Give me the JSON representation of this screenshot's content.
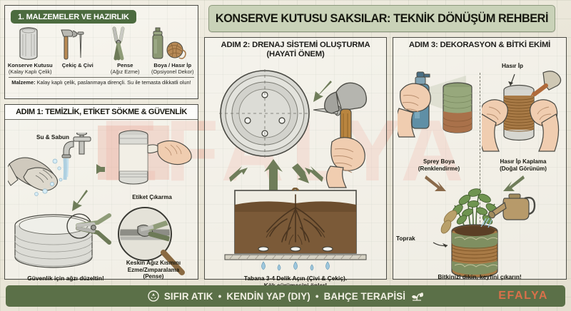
{
  "poster": {
    "title": "KONSERVE KUTUSU SAKSILAR: TEKNİK DÖNÜŞÜM REHBERİ",
    "watermark": "EFALYA"
  },
  "materials": {
    "badge": "1. MALZEMELER VE HAZIRLIK",
    "items": [
      {
        "icon": "tin-can-icon",
        "name": "Konserve Kutusu",
        "detail": "(Kalay Kaplı Çelik)"
      },
      {
        "icon": "hammer-nail-icon",
        "name": "Çekiç & Çivi",
        "detail": ""
      },
      {
        "icon": "pliers-icon",
        "name": "Pense",
        "detail": "(Ağız Ezme)"
      },
      {
        "icon": "spray-twine-icon",
        "name": "Boya / Hasır İp",
        "detail": "(Opsiyonel Dekor)"
      }
    ],
    "note_label": "Malzeme:",
    "note_text": " Kalay kaplı çelik, paslanmaya dirençli. Su ile temasta dikkatli olun!"
  },
  "step1": {
    "title": "ADIM 1: TEMİZLİK, ETİKET SÖKME & GÜVENLİK",
    "label_wash": "Su & Sabun",
    "label_peel": "Etiket Çıkarma",
    "caption_pliers_l1": "Keskin Ağız Kısmını",
    "caption_pliers_l2": "Ezme/Zımparalama",
    "caption_pliers_l3": "(Pense)",
    "caption_bottom": "Güvenlik için ağzı düzeltin!"
  },
  "step2": {
    "title_l1": "ADIM 2: DRENAJ SİSTEMİ OLUŞTURMA",
    "title_l2": "(HAYATİ ÖNEM)",
    "caption_l1": "Tabana 3-4 Delik Açın (Çivi & Çekiç).",
    "caption_l2": "Kök çürümesini önler!"
  },
  "step3": {
    "title": "ADIM 3: DEKORASYON & BİTKİ EKİMİ",
    "caption_spray_l1": "Sprey Boya",
    "caption_spray_l2": "(Renklendirme)",
    "label_twine": "Hasır İp",
    "caption_twine_l1": "Hasır İp Kaplama",
    "caption_twine_l2": "(Doğal Görünüm)",
    "label_soil": "Toprak",
    "caption_bottom": "Bitkinizi dikin, keyfini çıkarın!"
  },
  "footer": {
    "recycle_icon": "recycle-icon",
    "tag1": "SIFIR ATIK",
    "sep1": "•",
    "tag2": "KENDİN YAP (DIY)",
    "sep2": "•",
    "tag3": "BAHÇE TERAPİSİ",
    "sprout_icon": "sprout-icon",
    "brand": "EFALYA"
  },
  "colors": {
    "paper": "#ebe7dc",
    "badge_green": "#4c6b3f",
    "banner_green": "#c9d2b8",
    "footer_green": "#5b7048",
    "brand_orange": "#d9704a",
    "watermark_pink": "#e79682",
    "arrow_green": "#6f7d5a"
  }
}
